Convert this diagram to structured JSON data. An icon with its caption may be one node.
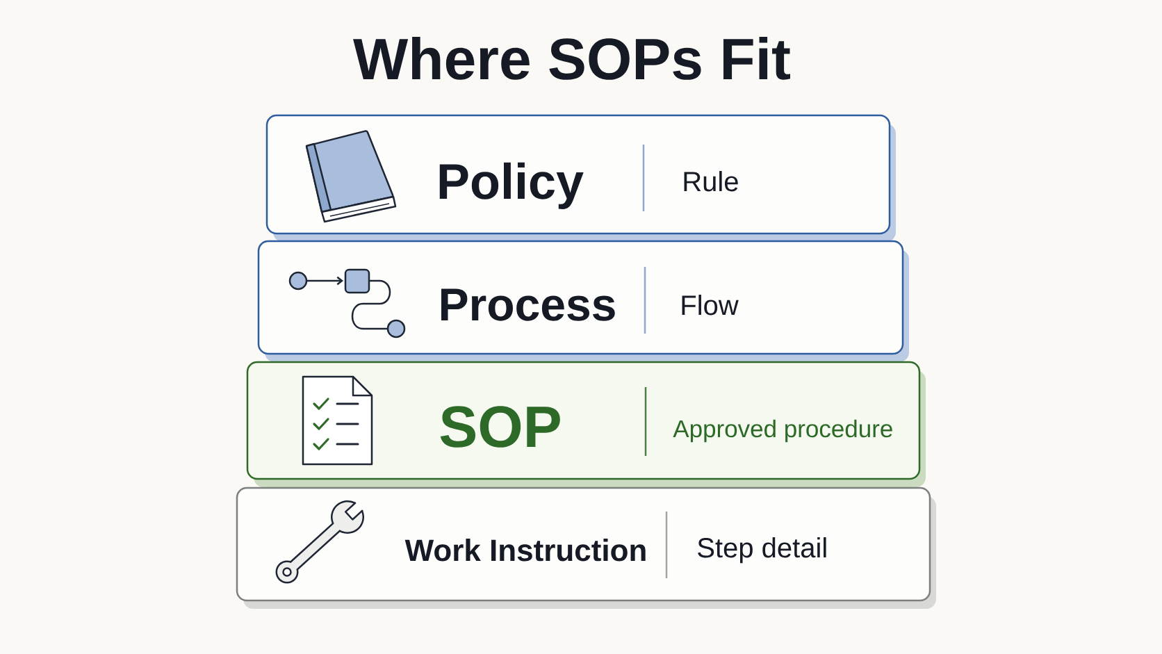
{
  "diagram": {
    "title": "Where SOPs Fit",
    "nodes": [
      {
        "text": [
          "Policy",
          "Rule"
        ]
      },
      {
        "text": [
          "Process",
          "Flow"
        ]
      },
      {
        "text": [
          "SOP",
          "Approved procedure"
        ]
      },
      {
        "text": [
          "Work Instruction",
          "Step detail"
        ]
      }
    ]
  }
}
